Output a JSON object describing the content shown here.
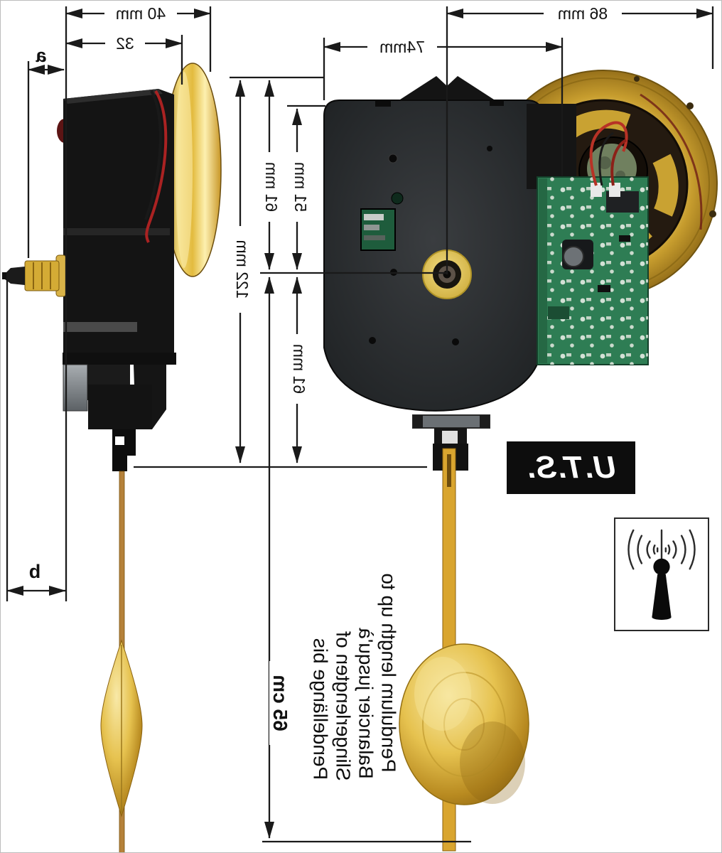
{
  "image": {
    "brand": "U.T.S.",
    "dimensions": {
      "width_40": "40 mm",
      "width_32": "32",
      "handshaft_a": "a",
      "handshaft_b": "b",
      "width_86": "86 mm",
      "width_74": "74mm",
      "height_122": "122 mm",
      "height_61_upper": "61 mm",
      "height_51": "51 mm",
      "height_61_lower": "61 mm",
      "pendulum_length_value": "65 cm"
    },
    "pendulum_note": {
      "line_en": "Pendulum length up to",
      "line_fr": "Balancier jusqu'à",
      "line_nl": "Slingerlengten of",
      "line_de": "Pendellänge bis"
    },
    "icons": {
      "radio_signal": "radio-signal-icon"
    },
    "colors": {
      "brass_gold": "#d4ab35",
      "pcb_green": "#2e7d54",
      "case_black": "#1b1d1f",
      "line_black": "#1a1a1a"
    }
  }
}
